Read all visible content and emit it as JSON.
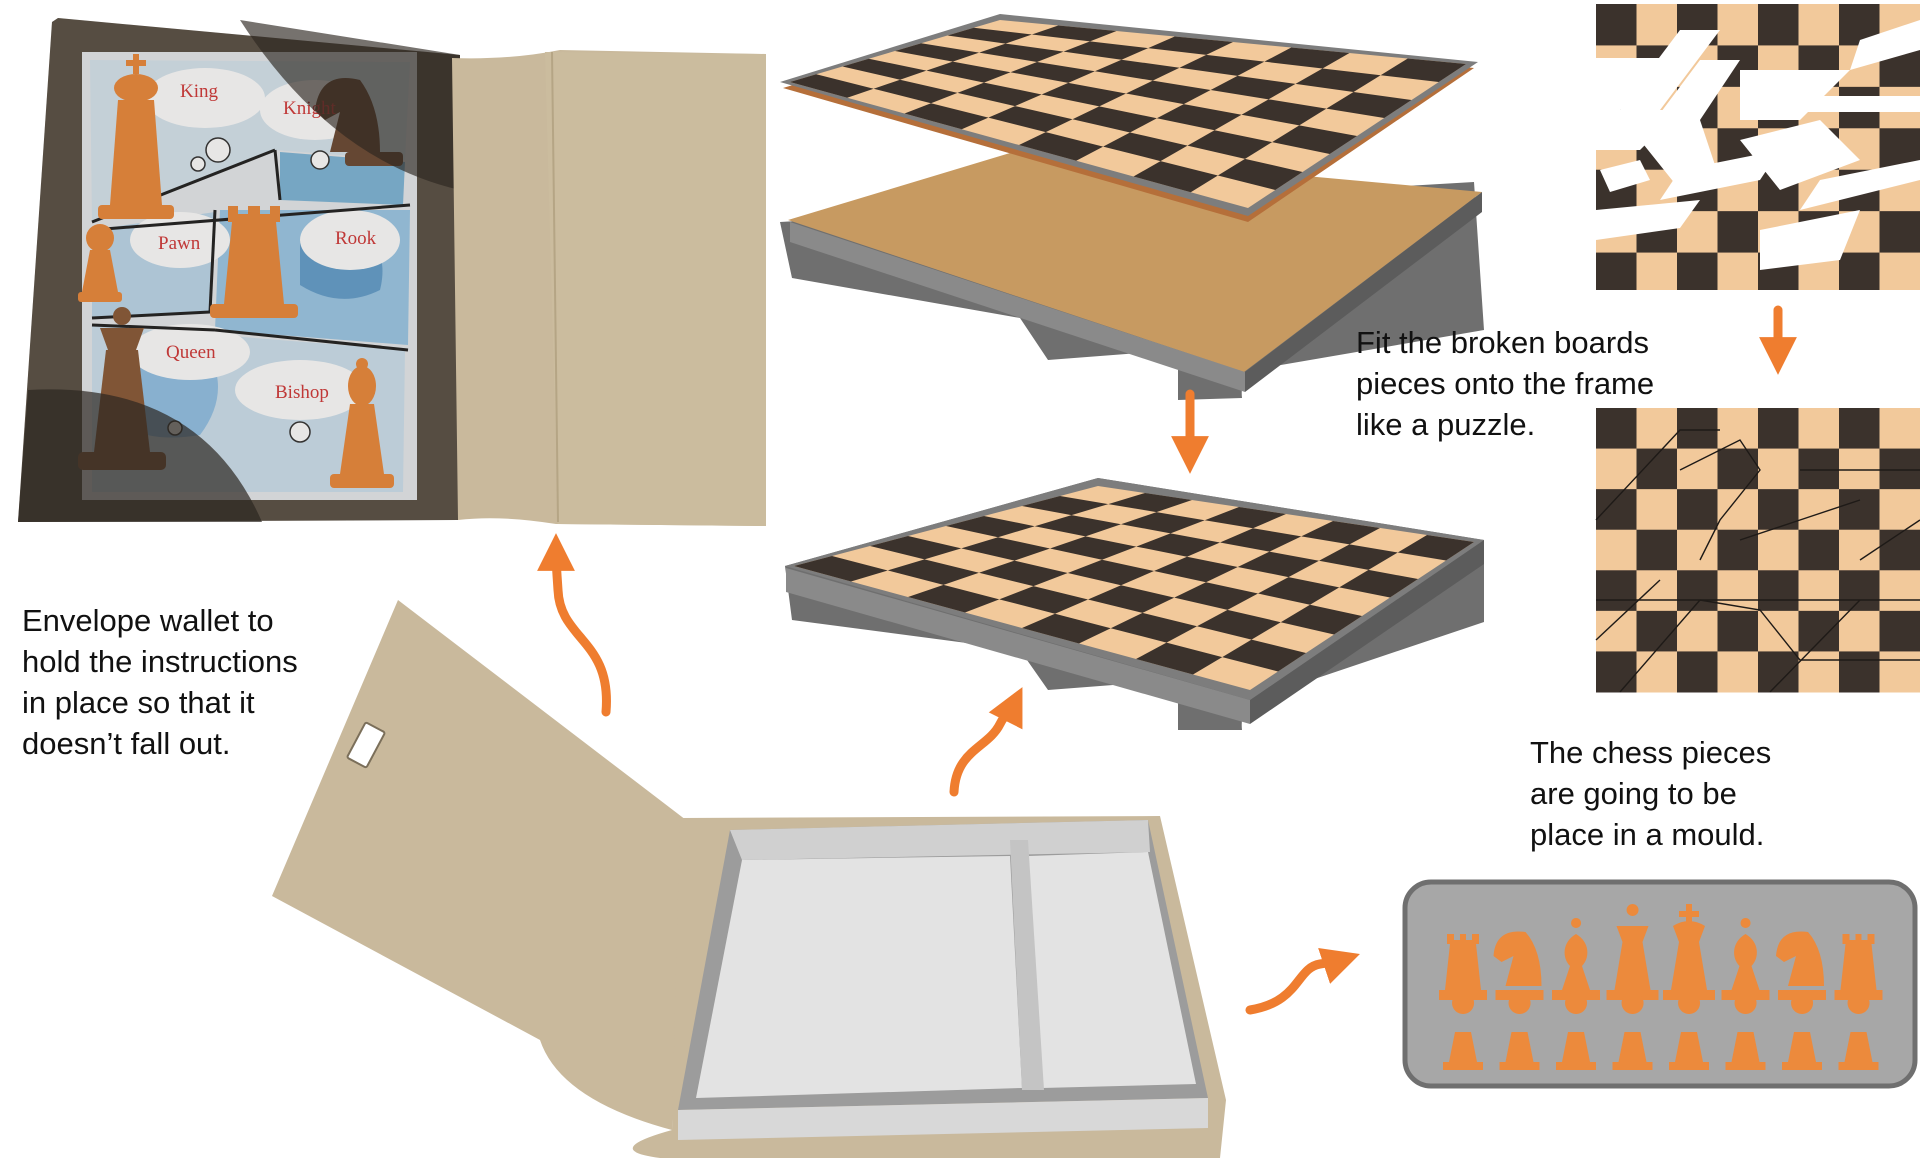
{
  "captions": {
    "envelope": [
      "Envelope wallet to",
      "hold the instructions",
      "in place so that it",
      "doesn’t fall out."
    ],
    "puzzle": [
      "Fit the broken boards",
      "pieces onto the frame",
      "like a puzzle."
    ],
    "mould": [
      "The chess pieces",
      "are going to be",
      "place in a mould."
    ]
  },
  "comic_labels": {
    "king": "King",
    "knight": "Knight",
    "pawn": "Pawn",
    "rook": "Rook",
    "queen": "Queen",
    "bishop": "Bishop"
  },
  "colors": {
    "dark_square": "#3b322c",
    "light_square": "#f2c99b",
    "frame_gray": "#6f6f6f",
    "frame_base": "#c79a61",
    "envelope": "#c9b99c",
    "arrow": "#ef7d2f",
    "piece": "#ec8a3c",
    "mould": "#a7a7a7",
    "label_red": "#d33a3a"
  }
}
